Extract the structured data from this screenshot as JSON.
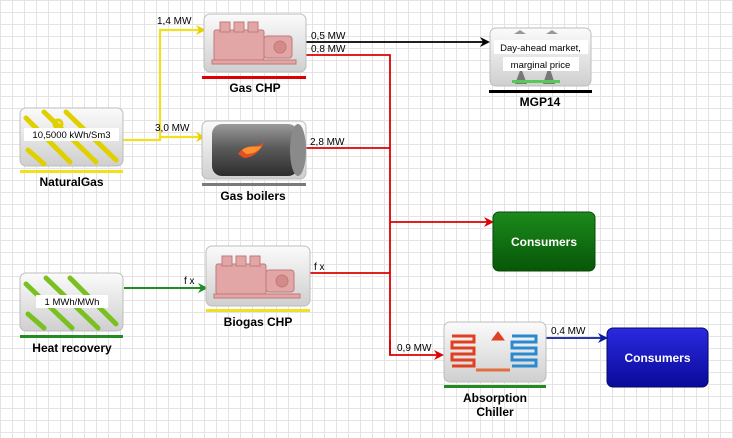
{
  "nodes": {
    "natural_gas": {
      "label": "NaturalGas",
      "value": "10,5000 kWh/Sm3",
      "icon": "gas-pipes-icon"
    },
    "heat_recovery": {
      "label": "Heat recovery",
      "value": "1 MWh/MWh",
      "icon": "heat-pipes-icon"
    },
    "gas_chp": {
      "label": "Gas CHP",
      "icon": "chp-engine-icon"
    },
    "gas_boilers": {
      "label": "Gas boilers",
      "icon": "boiler-flame-icon"
    },
    "biogas_chp": {
      "label": "Biogas CHP",
      "icon": "chp-engine-icon"
    },
    "mgp14": {
      "label": "MGP14",
      "line1": "Day-ahead market,",
      "line2": "marginal price",
      "icon": "market-towers-icon"
    },
    "consumers_heat": {
      "label": "Consumers"
    },
    "absorption_chiller": {
      "label_line1": "Absorption",
      "label_line2": "Chiller",
      "icon": "chiller-coils-icon"
    },
    "consumers_cold": {
      "label": "Consumers"
    }
  },
  "flows": {
    "gas_to_chp": "1,4 MW",
    "gas_to_boilers": "3,0 MW",
    "chp_to_market": "0,5 MW",
    "chp_heat": "0,8 MW",
    "boilers_heat": "2,8 MW",
    "heat_recovery_in": "f x",
    "biogas_heat": "f x",
    "to_chiller": "0,9 MW",
    "chiller_out": "0,4 MW"
  },
  "colors": {
    "gas": "#f0e020",
    "heat": "#dd0000",
    "electricity": "#000000",
    "recovery": "#228b22",
    "cold": "#0a1aa0",
    "consumers_heat": "#0b6b0b",
    "consumers_cold": "#1010c8",
    "boiler_underline": "#7a7a7a",
    "chp_underline": "#dd0000",
    "biogas_underline": "#f0e020",
    "chiller_underline": "#228b22"
  }
}
